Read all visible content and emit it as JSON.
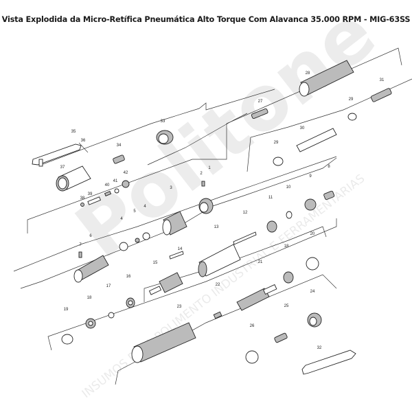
{
  "title": "Vista Explodida da Micro-Retífica Pneumática Alto Torque Com Alavanca 35.000 RPM - MIG-63SS",
  "watermark": {
    "brand": "Politone",
    "tagline": "INSUMOS PARA POLIMENTO INDUSTRIAL E FERRAMENTARIAS"
  },
  "callouts": [
    "35",
    "36",
    "37",
    "34",
    "33",
    "38",
    "39",
    "40",
    "41",
    "42",
    "2",
    "1",
    "3",
    "4",
    "5",
    "4",
    "7",
    "6",
    "14",
    "15",
    "13",
    "12",
    "11",
    "10",
    "9",
    "8",
    "16",
    "17",
    "18",
    "19",
    "22",
    "21",
    "18",
    "20",
    "23",
    "25",
    "24",
    "26",
    "32",
    "27",
    "28",
    "29",
    "31",
    "30",
    "29"
  ]
}
